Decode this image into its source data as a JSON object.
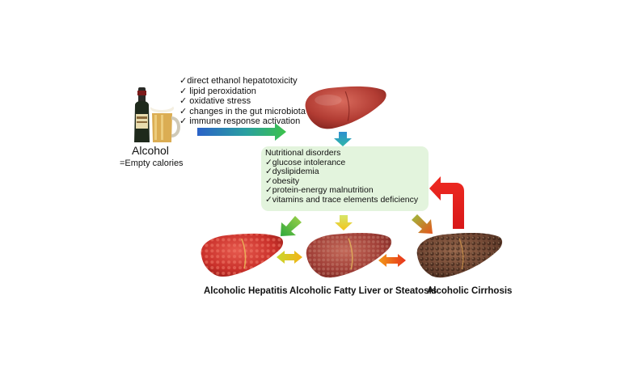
{
  "mechanisms": [
    "✓direct ethanol hepatotoxicity",
    "✓ lipid peroxidation",
    "✓ oxidative stress",
    "✓ changes in the gut microbiota",
    "✓ immune response activation"
  ],
  "alcohol": {
    "label": "Alcohol",
    "sublabel": "=Empty calories"
  },
  "nutritional": {
    "title": "Nutritional disorders",
    "items": [
      "✓glucose intolerance",
      "✓dyslipidemia",
      "✓obesity",
      "✓protein-energy malnutrition",
      "✓vitamins and trace elements deficiency"
    ]
  },
  "outcomes": {
    "hepatitis": "Alcoholic Hepatitis",
    "fatty": "Alcoholic Fatty Liver or Steatosis",
    "cirrhosis": "Alcoholic Cirrhosis"
  },
  "colors": {
    "box_fill": "#e3f4dd",
    "arrow_blue": "#2a6fc4",
    "arrow_green": "#3bb54a",
    "arrow_red": "#e02020",
    "arrow_yellow": "#f2d21e"
  },
  "icons": {
    "bottles": "wine-bottle-and-beer-mug-icon",
    "liver_healthy": "liver-icon",
    "liver_hepatitis": "liver-hepatitis-icon",
    "liver_fatty": "liver-fatty-icon",
    "liver_cirrhosis": "liver-cirrhosis-icon"
  }
}
